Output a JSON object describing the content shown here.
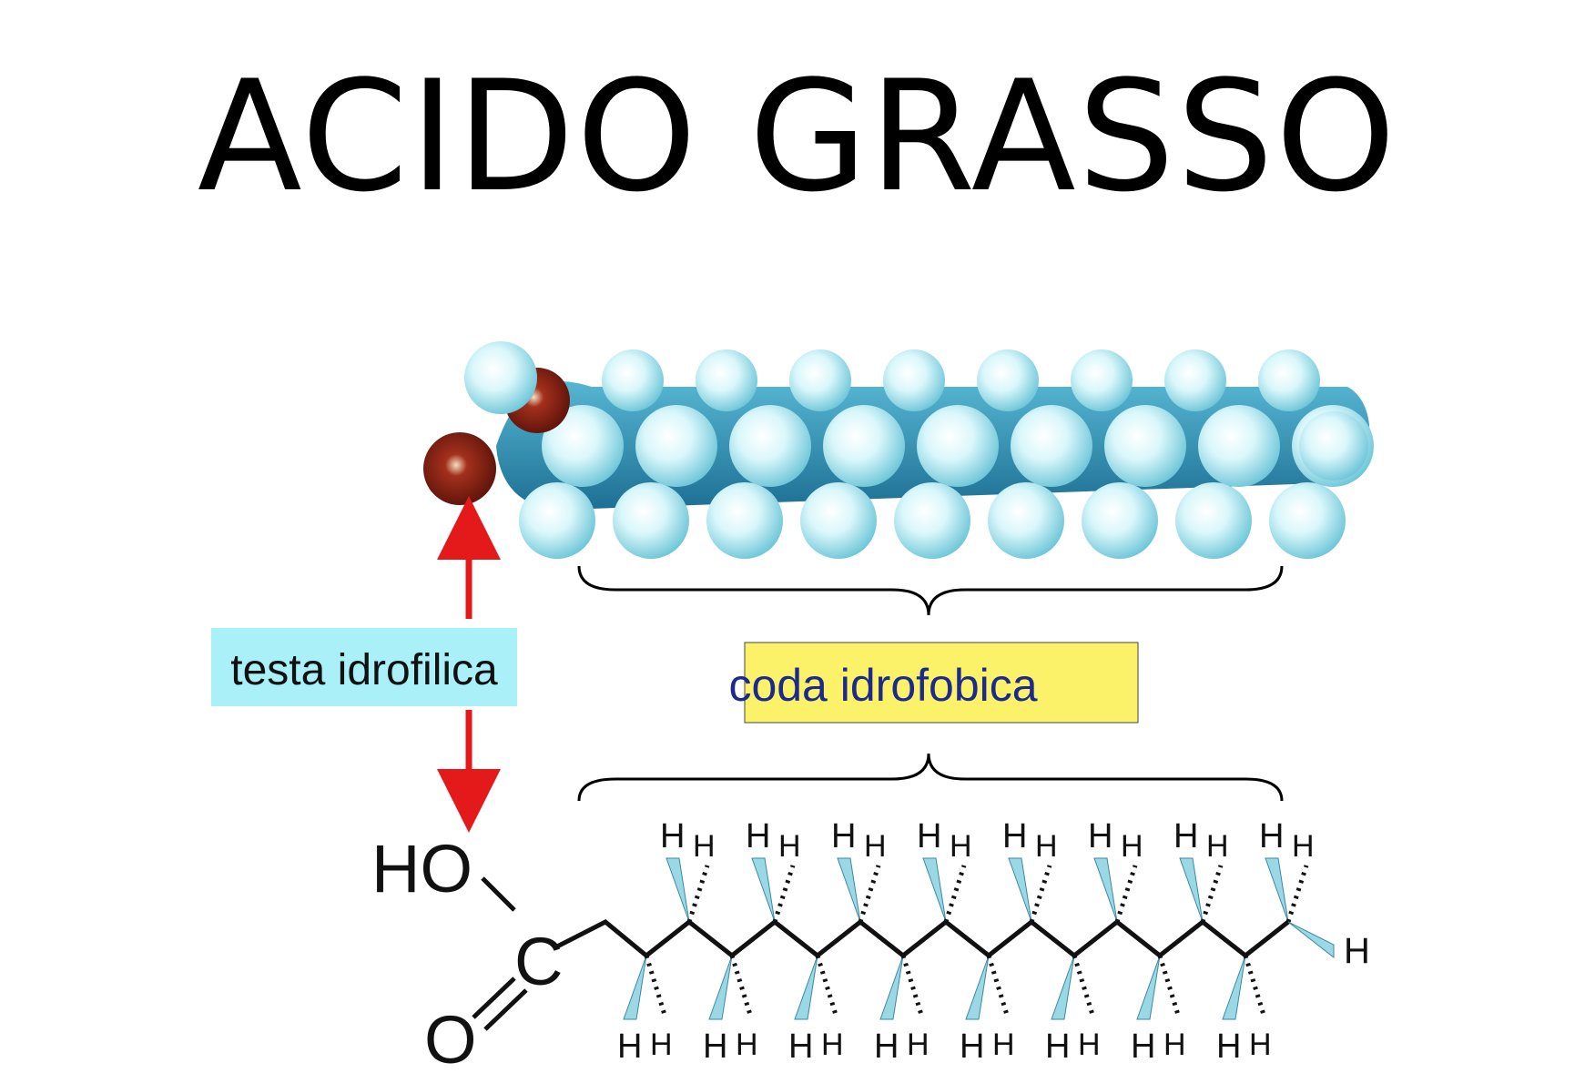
{
  "title": "ACIDO GRASSO",
  "labels": {
    "head": "testa idrofilica",
    "tail": "coda idrofobica"
  },
  "formula": {
    "hydroxyl": "HO",
    "carbon": "C",
    "oxygen": "O",
    "hydrogen": "H"
  },
  "colors": {
    "head_box": "#aaf0f8",
    "tail_box": "#fbf26a",
    "tail_text": "#1c2a8c",
    "arrow": "#e41a1a",
    "atom_h": "#bfeff5",
    "atom_c": "#2a8cb0",
    "atom_o": "#7a1a10"
  }
}
